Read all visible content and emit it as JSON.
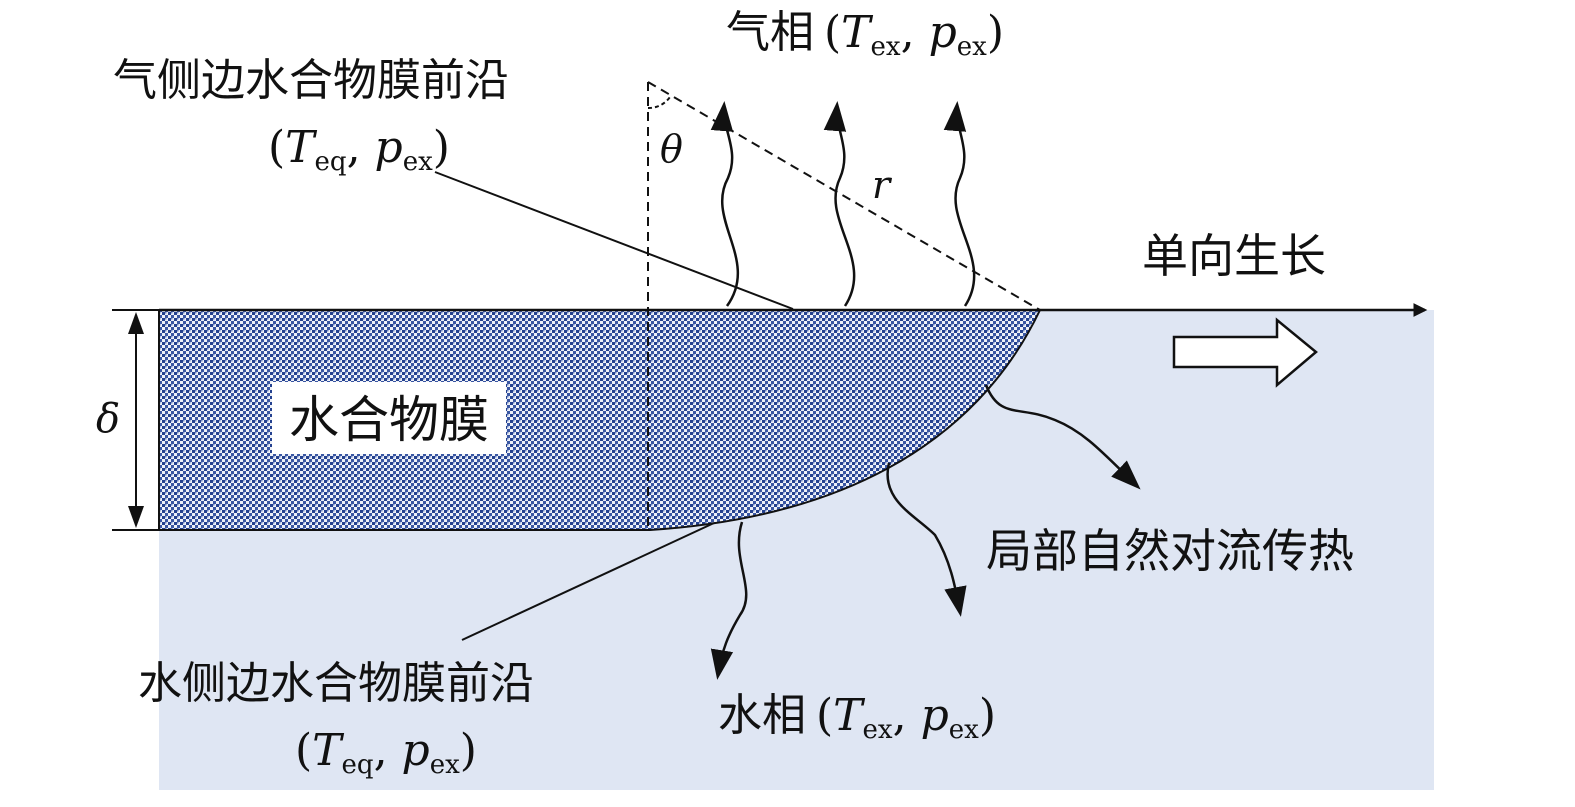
{
  "labels": {
    "gas_phase": {
      "name": "气相",
      "open": "(",
      "T": "T",
      "T_sub": "ex",
      "sep": ", ",
      "p": "p",
      "p_sub": "ex",
      "close": ")"
    },
    "gas_side_front": {
      "line1": "气侧边水合物膜前沿",
      "open": "(",
      "T": "T",
      "T_sub": "eq",
      "sep": ", ",
      "p": "p",
      "p_sub": "ex",
      "close": ")"
    },
    "water_side_front": {
      "line1": "水侧边水合物膜前沿",
      "open": "(",
      "T": "T",
      "T_sub": "eq",
      "sep": ", ",
      "p": "p",
      "p_sub": "ex",
      "close": ")"
    },
    "water_phase": {
      "name": "水相",
      "open": "(",
      "T": "T",
      "T_sub": "ex",
      "sep": ", ",
      "p": "p",
      "p_sub": "ex",
      "close": ")"
    },
    "hydrate_film": "水合物膜",
    "unidirectional_growth": "单向生长",
    "local_convection": "局部自然对流传热",
    "theta": "θ",
    "r": "r",
    "delta": "δ"
  },
  "colors": {
    "water_region": "#dfe6f3",
    "film_dark": "#1f3f8f",
    "film_light": "#f4f6fb",
    "line": "#111111"
  },
  "icons": [
    "growth-direction-hollow-arrow-icon"
  ]
}
